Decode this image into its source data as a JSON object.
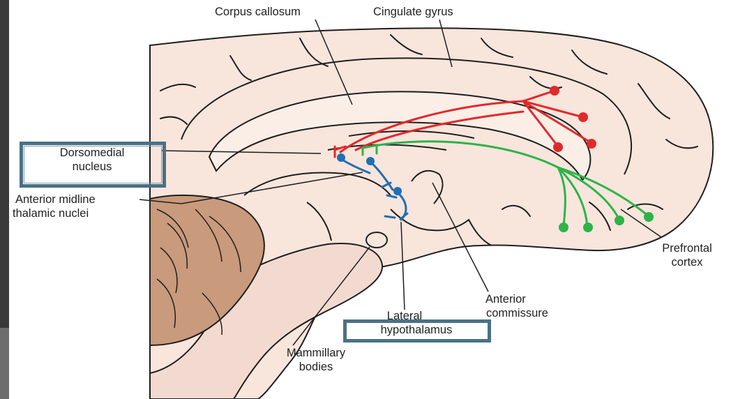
{
  "labels": {
    "corpus_callosum": "Corpus callosum",
    "cingulate_gyrus": "Cingulate gyrus",
    "dorsomedial_line1": "Dorsomedial",
    "dorsomedial_line2": "nucleus",
    "anterior_midline_line1": "Anterior midline",
    "anterior_midline_line2": "thalamic nuclei",
    "prefrontal_line1": "Prefrontal",
    "prefrontal_line2": "cortex",
    "anterior_commissure_line1": "Anterior",
    "anterior_commissure_line2": "commissure",
    "lateral_line1": "Lateral",
    "lateral_line2": "hypothalamus",
    "mammillary_line1": "Mammillary",
    "mammillary_line2": "bodies"
  },
  "colors": {
    "tissue": "#f8e5dc",
    "tissue_dark": "#efd3c4",
    "cerebellum": "#b98565",
    "outline": "#1e1e1e",
    "red_pathway": "#e02a2a",
    "green_pathway": "#2db34a",
    "blue_pathway": "#1f6fb3",
    "highlight_box": "#4a7185"
  },
  "highlights": [
    "dorsomedial-nucleus",
    "lateral-hypothalamus"
  ]
}
